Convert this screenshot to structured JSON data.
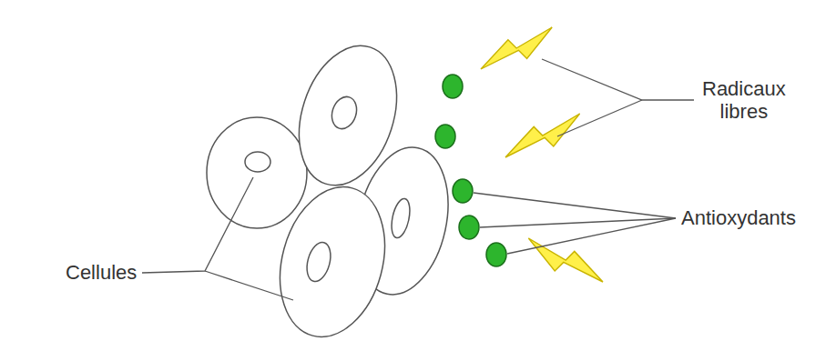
{
  "diagram": {
    "labels": [
      "Radicaux libres",
      "Antioxydants",
      "Cellules"
    ]
  }
}
